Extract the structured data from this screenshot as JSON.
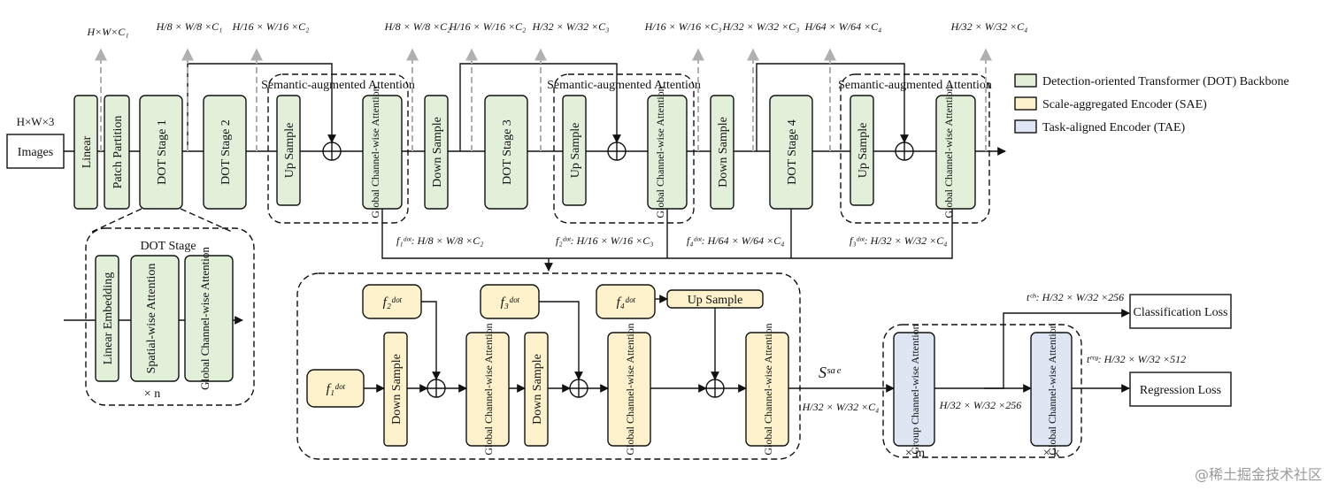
{
  "input": {
    "size": "H×W×3",
    "label": "Images"
  },
  "backbone": {
    "linear": "Linear",
    "patch": "Patch Partition",
    "stage1": "DOT Stage 1",
    "stage2": "DOT Stage 2",
    "stage3": "DOT Stage 3",
    "stage4": "DOT Stage 4",
    "up_sample": "Up Sample",
    "down_sample": "Down Sample",
    "gca": "Global Channel-wise Attention",
    "saa_title": "Semantic-augmented Attention"
  },
  "dims": {
    "d0": "H×W×C₁",
    "d1": "H/8 × W/8 ×C₁",
    "d2": "H/16 × W/16 ×C₂",
    "d3": "H/8 × W/8 ×C₂",
    "d4": "H/16 × W/16 ×C₂",
    "d5": "H/32 × W/32 ×C₃",
    "d6": "H/16 × W/16 ×C₃",
    "d7": "H/32 × W/32 ×C₃",
    "d8": "H/64 × W/64 ×C₄",
    "d9": "H/32 × W/32 ×C₄"
  },
  "features": {
    "f1": "f₁ᵈᵒᵗ: H/8 × W/8 ×C₂",
    "f2": "f₂ᵈᵒᵗ: H/16 × W/16 ×C₃",
    "f4": "f₄ᵈᵒᵗ: H/64 × W/64 ×C₄",
    "f3": "f₃ᵈᵒᵗ: H/32 × W/32 ×C₄"
  },
  "dot_stage": {
    "title": "DOT Stage",
    "linear_embedding": "Linear Embedding",
    "spatial_attention": "Spatial-wise Attention",
    "global_attention": "Global Channel-wise Attention",
    "repeat": "× n"
  },
  "sae": {
    "f1": "f₁ᵈᵒᵗ",
    "f2": "f₂ᵈᵒᵗ",
    "f3": "f₃ᵈᵒᵗ",
    "f4": "f₄ᵈᵒᵗ",
    "down_sample": "Down Sample",
    "up_sample": "Up Sample",
    "gca": "Global Channel-wise Attention",
    "output": "Sˢᵃᵉ",
    "output_dim": "H/32 × W/32 ×C₄"
  },
  "tae": {
    "group": "Group Channel-wise Attention",
    "global": "Global Channel-wise Attention",
    "mid_dim": "H/32 × W/32 ×256",
    "repeat_m": "× m",
    "repeat_k": "× k",
    "t_cls": "tᶜˡˢ: H/32 × W/32 ×256",
    "t_reg": "tʳᵉᵍ: H/32 × W/32 ×512",
    "cls_loss": "Classification Loss",
    "reg_loss": "Regression Loss"
  },
  "legend": {
    "dot": "Detection-oriented Transformer (DOT) Backbone",
    "sae": "Scale-aggregated Encoder (SAE)",
    "tae": "Task-aligned Encoder (TAE)"
  },
  "colors": {
    "green": "#e2efd9",
    "yellow": "#fdf2cc",
    "blue": "#dfe6f3"
  },
  "watermark": "@稀土掘金技术社区"
}
